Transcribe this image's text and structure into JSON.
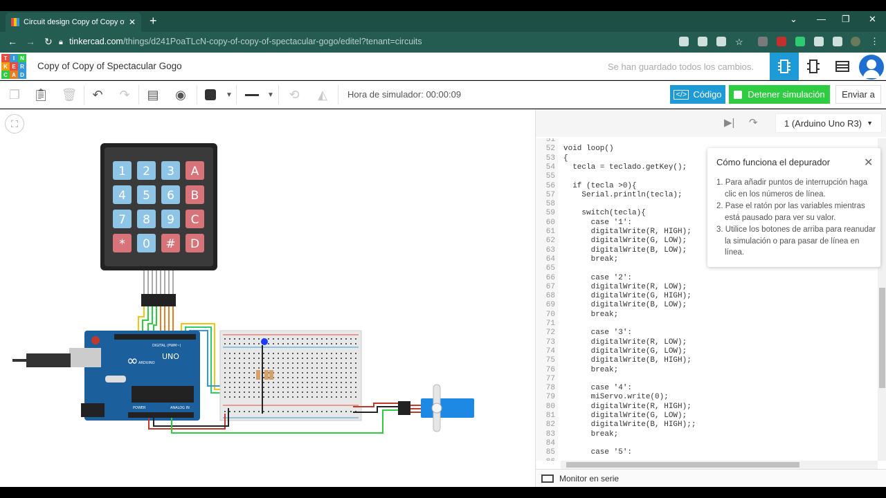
{
  "browser": {
    "tab_title": "Circuit design Copy of Copy of Sp",
    "url_domain": "tinkercad.com",
    "url_path": "/things/d241PoaTLcN-copy-of-copy-of-spectacular-gogo/editel?tenant=circuits"
  },
  "app": {
    "logo_letters": [
      "T",
      "I",
      "N",
      "K",
      "E",
      "R",
      "C",
      "A",
      "D"
    ],
    "title": "Copy of Copy of Spectacular Gogo",
    "saved_status": "Se han guardado todos los cambios."
  },
  "toolbar": {
    "sim_time": "Hora de simulador: 00:00:09",
    "code_label": "Código",
    "stop_label": "Detener simulación",
    "send_label": "Enviar a"
  },
  "code_panel": {
    "board": "1 (Arduino Uno R3)",
    "serial_label": "Monitor en serie",
    "lines": [
      {
        "n": "51",
        "t": ""
      },
      {
        "n": "52",
        "t": "void loop()"
      },
      {
        "n": "53",
        "t": "{"
      },
      {
        "n": "54",
        "t": "  tecla = teclado.getKey();"
      },
      {
        "n": "55",
        "t": ""
      },
      {
        "n": "56",
        "t": "  if (tecla >0){"
      },
      {
        "n": "57",
        "t": "    Serial.println(tecla);"
      },
      {
        "n": "58",
        "t": ""
      },
      {
        "n": "59",
        "t": "    switch(tecla){"
      },
      {
        "n": "60",
        "t": "      case '1':"
      },
      {
        "n": "61",
        "t": "      digitalWrite(R, HIGH);"
      },
      {
        "n": "62",
        "t": "      digitalWrite(G, LOW);"
      },
      {
        "n": "63",
        "t": "      digitalWrite(B, LOW);"
      },
      {
        "n": "64",
        "t": "      break;"
      },
      {
        "n": "65",
        "t": ""
      },
      {
        "n": "66",
        "t": "      case '2':"
      },
      {
        "n": "67",
        "t": "      digitalWrite(R, LOW);"
      },
      {
        "n": "68",
        "t": "      digitalWrite(G, HIGH);"
      },
      {
        "n": "69",
        "t": "      digitalWrite(B, LOW);"
      },
      {
        "n": "70",
        "t": "      break;"
      },
      {
        "n": "71",
        "t": ""
      },
      {
        "n": "72",
        "t": "      case '3':"
      },
      {
        "n": "73",
        "t": "      digitalWrite(R, LOW);"
      },
      {
        "n": "74",
        "t": "      digitalWrite(G, LOW);"
      },
      {
        "n": "75",
        "t": "      digitalWrite(B, HIGH);"
      },
      {
        "n": "76",
        "t": "      break;"
      },
      {
        "n": "77",
        "t": ""
      },
      {
        "n": "78",
        "t": "      case '4':"
      },
      {
        "n": "79",
        "t": "      miServo.write(0);"
      },
      {
        "n": "80",
        "t": "      digitalWrite(R, HIGH);"
      },
      {
        "n": "81",
        "t": "      digitalWrite(G, LOW);"
      },
      {
        "n": "82",
        "t": "      digitalWrite(B, HIGH);;"
      },
      {
        "n": "83",
        "t": "      break;"
      },
      {
        "n": "84",
        "t": ""
      },
      {
        "n": "85",
        "t": "      case '5':"
      },
      {
        "n": "86",
        "t": ""
      }
    ]
  },
  "debugger": {
    "title": "Cómo funciona el depurador",
    "steps": [
      "1. Para añadir puntos de interrupción haga clic en los números de línea.",
      "2. Pase el ratón por las variables mientras está pausado para ver su valor.",
      "3. Utilice los botones de arriba para reanudar la simulación o para pasar de línea en línea."
    ]
  },
  "circuit": {
    "keypad_keys": [
      "1",
      "2",
      "3",
      "A",
      "4",
      "5",
      "6",
      "B",
      "7",
      "8",
      "9",
      "C",
      "*",
      "0",
      "#",
      "D"
    ],
    "arduino_label": "UNO",
    "arduino_brand": "ARDUINO",
    "digital_label": "DIGITAL (PWM~)",
    "power_label": "POWER",
    "analog_label": "ANALOG IN"
  },
  "colors": {
    "chrome": "#1e4f45",
    "accent": "#1e9ad6",
    "sim_green": "#2ecc40",
    "arduino": "#1b5f9c",
    "key_blue": "#8ec5e6",
    "key_red": "#d9737a"
  }
}
